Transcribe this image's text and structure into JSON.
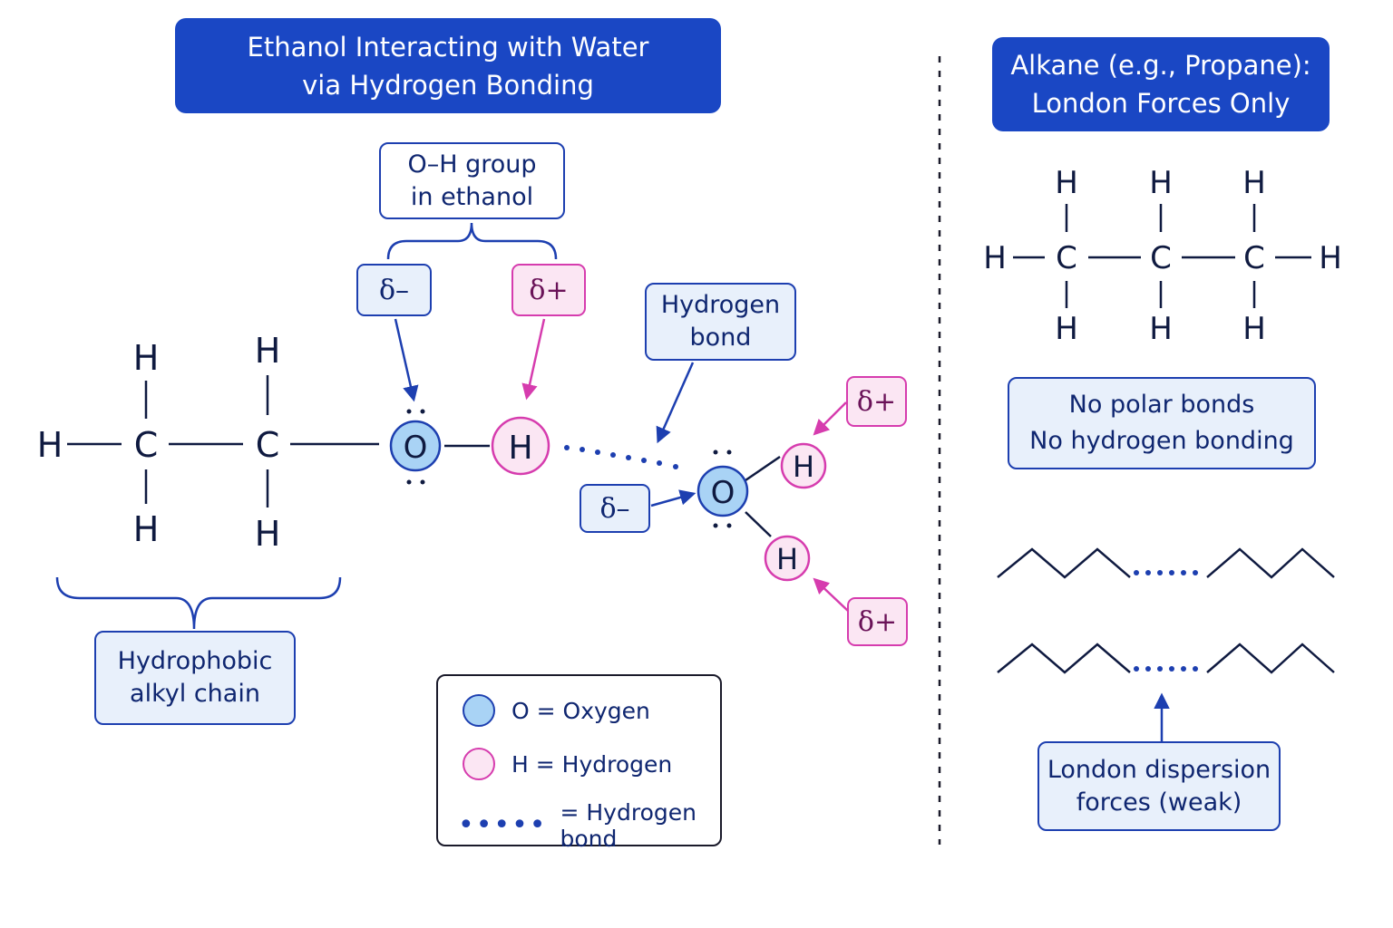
{
  "left_title": {
    "line1": "Ethanol Interacting with Water",
    "line2": "via Hydrogen Bonding"
  },
  "right_title": {
    "line1": "Alkane (e.g., Propane):",
    "line2": "London Forces Only"
  },
  "oh_group_label": {
    "line1": "O–H group",
    "line2": "in ethanol"
  },
  "hydrogen_bond_label": {
    "line1": "Hydrogen",
    "line2": "bond"
  },
  "hydrophobic_label": {
    "line1": "Hydrophobic",
    "line2": "alkyl chain"
  },
  "no_polar_label": {
    "line1": "No polar bonds",
    "line2": "No hydrogen bonding"
  },
  "london_label": {
    "line1": "London dispersion",
    "line2": "forces (weak)"
  },
  "delta_minus": "δ–",
  "delta_plus": "δ+",
  "atoms": {
    "carbon": "C",
    "hydrogen": "H",
    "oxygen": "O"
  },
  "legend": {
    "oxygen": "O  =  Oxygen",
    "hydrogen": "H  =  Hydrogen",
    "hbond": "=  Hydrogen bond"
  },
  "colors": {
    "title_bg": "#1a47c4",
    "navy": "#0f2670",
    "blue": "#1d3fb0",
    "magenta": "#d63cae",
    "oxygen_fill": "#a9d3f5",
    "hydrogen_fill": "#fbe6f3"
  }
}
